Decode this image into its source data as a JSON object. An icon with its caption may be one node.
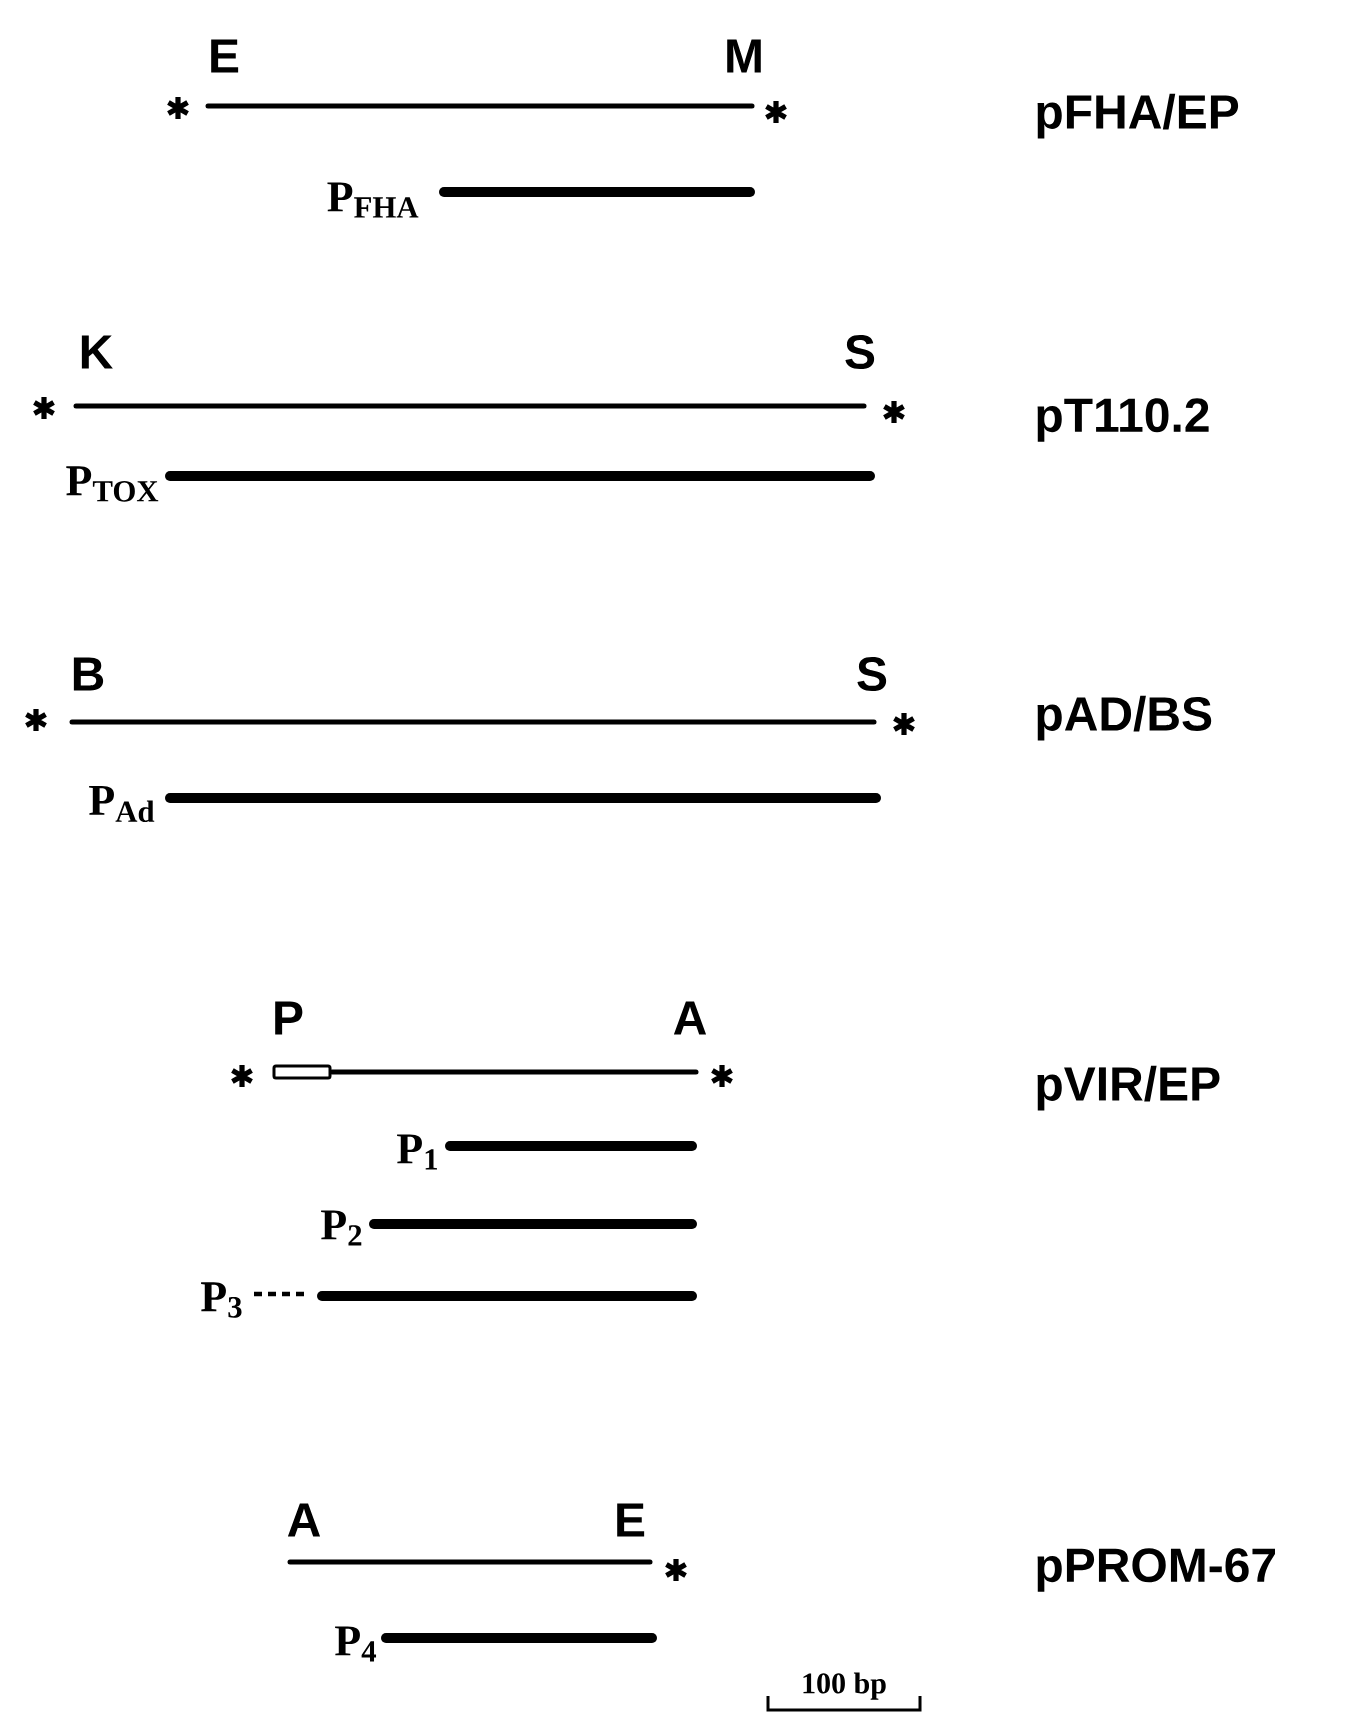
{
  "diagram": {
    "labels": [
      "E",
      "M",
      "pFHA/EP",
      "P$_{FHA}$",
      "K",
      "S",
      "pT110.2",
      "P$_{TOX}$",
      "B",
      "S",
      "pAD/BS",
      "P$_{Ad}$",
      "P",
      "A",
      "pVIR/EP",
      "P$_{1}$",
      "P$_{2}$",
      "P$_{3}$",
      "A",
      "E",
      "pPROM-67",
      "P$_{4}$",
      "100 bp"
    ]
  }
}
